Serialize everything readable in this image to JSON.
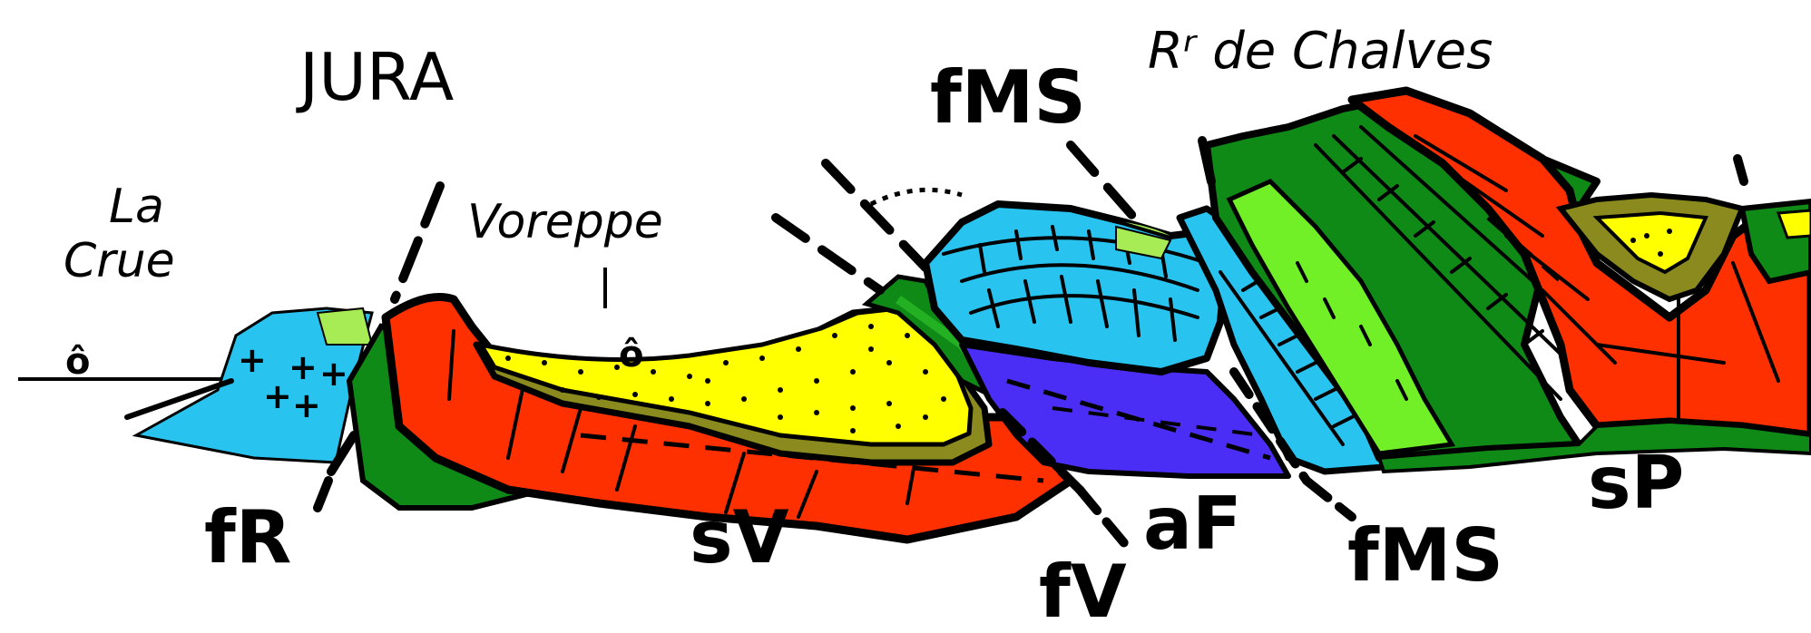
{
  "labels": {
    "jura": "JURA",
    "la_crue_1": "La",
    "la_crue_2": "Crue",
    "voreppe": "Voreppe",
    "chalves": "Rʳ de Chalves",
    "fms_top": "fMS",
    "fms_bottom": "fMS",
    "fr": "fR",
    "sv": "sV",
    "fv": "fV",
    "af": "aF",
    "sp": "sP"
  },
  "symbols": {
    "village_1": "ô",
    "village_2": "ô"
  },
  "colors": {
    "light_blue": "#29c3f0",
    "pale_green": "#a8ec55",
    "dark_green": "#0f8a16",
    "mid_green": "#23b022",
    "red_orange": "#ff3000",
    "yellow": "#ffff00",
    "olive": "#8a8a1e",
    "violet": "#4b2ef5",
    "bright_green": "#71ef27"
  }
}
